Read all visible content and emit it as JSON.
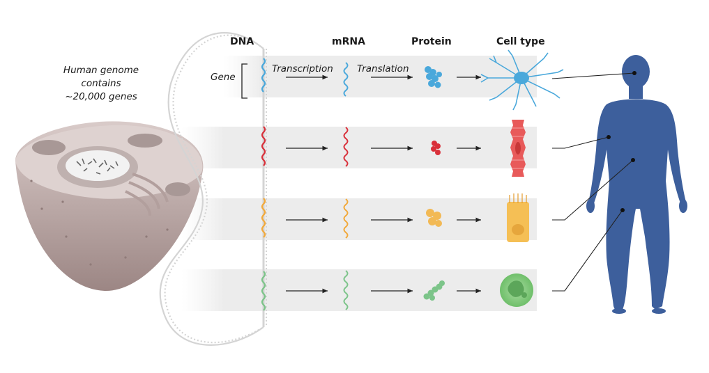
{
  "headers": {
    "dna": "DNA",
    "mrna": "mRNA",
    "protein": "Protein",
    "cell_type": "Cell type"
  },
  "labels": {
    "gene": "Gene",
    "transcription": "Transcription",
    "translation": "Translation"
  },
  "genome_caption": {
    "line1": "Human genome",
    "line2": "contains",
    "line3": "~20,000 genes"
  },
  "rows": [
    {
      "color": "#4aa8db",
      "cell": "neuron-cell"
    },
    {
      "color": "#d9303a",
      "cell": "muscle-cell"
    },
    {
      "color": "#f2a93b",
      "cell": "epithelial-cell"
    },
    {
      "color": "#7cc489",
      "cell": "immune-cell"
    }
  ],
  "colors": {
    "body": "#3d5f9c",
    "band": "#eeeeee",
    "cell_outer": "#c9b9b8",
    "dna_strand": "#cfcfcf"
  }
}
